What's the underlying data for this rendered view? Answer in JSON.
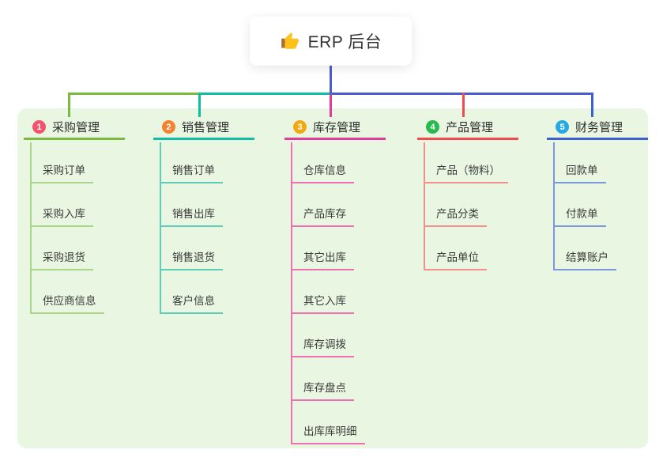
{
  "root": {
    "title": "ERP 后台",
    "icon": "thumbs-up-icon"
  },
  "colors": {
    "panel-bg": "#e9f7e2",
    "root-line": "#4a5ed0",
    "branch1": "#7cba3f",
    "branch1-light": "#a8d789",
    "branch1-badge": "#f2556b",
    "branch2": "#10bda5",
    "branch2-light": "#5fccbb",
    "branch2-badge": "#f58231",
    "branch3": "#e03c9c",
    "branch3-light": "#f06fb2",
    "branch3-badge": "#f0a913",
    "branch4": "#f14b50",
    "branch4-light": "#f58f8c",
    "branch4-badge": "#27ba4e",
    "branch5": "#3d62d0",
    "branch5-light": "#7d97dc",
    "branch5-badge": "#28a9e0",
    "icon-gold": "#fcc21b",
    "icon-cuff": "#a9712f"
  },
  "branches": [
    {
      "number": "1",
      "label": "采购管理",
      "items": [
        "采购订单",
        "采购入库",
        "采购退货",
        "供应商信息"
      ]
    },
    {
      "number": "2",
      "label": "销售管理",
      "items": [
        "销售订单",
        "销售出库",
        "销售退货",
        "客户信息"
      ]
    },
    {
      "number": "3",
      "label": "库存管理",
      "items": [
        "仓库信息",
        "产品库存",
        "其它出库",
        "其它入库",
        "库存调拨",
        "库存盘点",
        "出库库明细"
      ]
    },
    {
      "number": "4",
      "label": "产品管理",
      "items": [
        "产品（物料）",
        "产品分类",
        "产品单位"
      ]
    },
    {
      "number": "5",
      "label": "财务管理",
      "items": [
        "回款单",
        "付款单",
        "结算账户"
      ]
    }
  ]
}
